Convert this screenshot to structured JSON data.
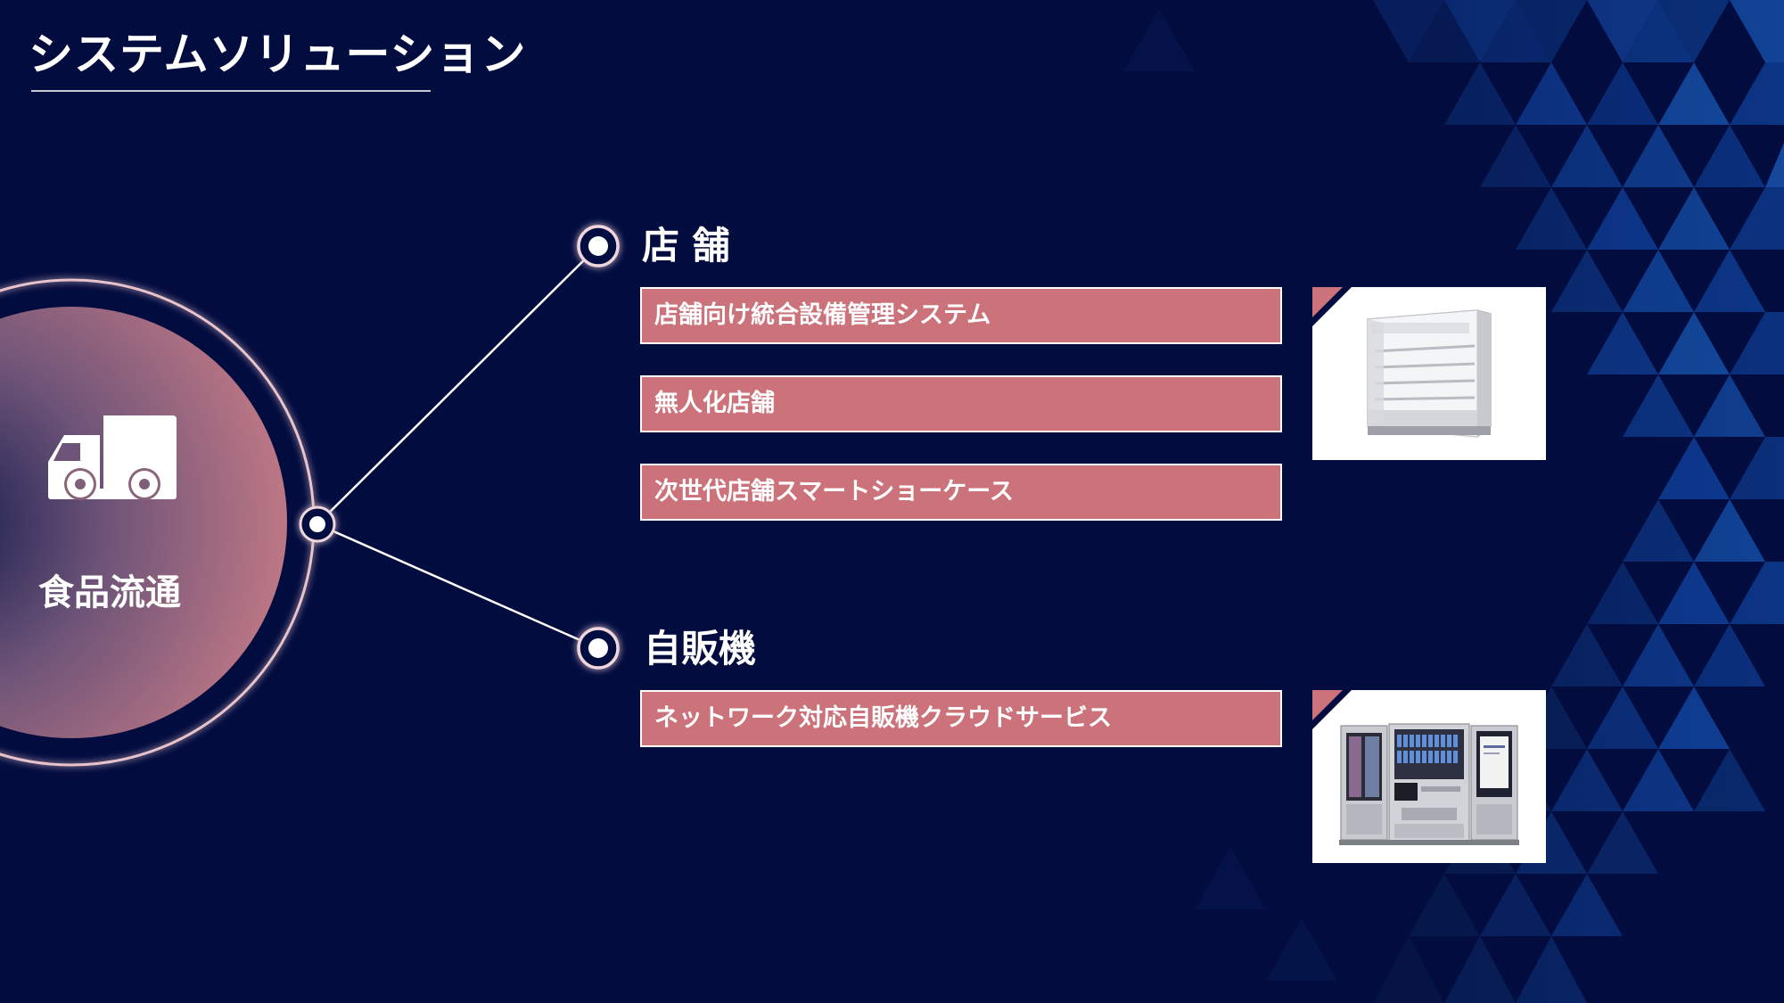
{
  "slide": {
    "title": "システムソリューション"
  },
  "hub": {
    "label": "食品流通",
    "icon": "truck-icon"
  },
  "branches": [
    {
      "title": "店 舗",
      "items": [
        "店舗向け統合設備管理システム",
        "無人化店舗",
        "次世代店舗スマートショーケース"
      ],
      "image": "open-showcase-image"
    },
    {
      "title": "自販機",
      "items": [
        "ネットワーク対応自販機クラウドサービス"
      ],
      "image": "vending-machine-image"
    }
  ],
  "colors": {
    "background": "#030c3f",
    "accent": "#cc727a",
    "text": "#ffffff",
    "pattern": "#0a3a8a"
  }
}
